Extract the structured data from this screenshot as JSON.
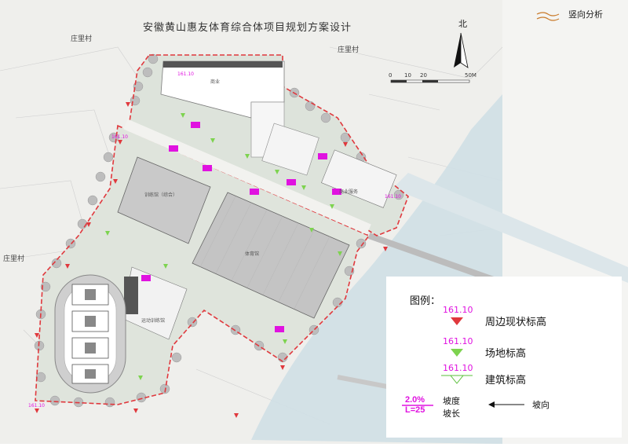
{
  "title": "安徽黄山惠友体育综合体项目规划方案设计",
  "section_tag": "竖向分析",
  "north_label": "北",
  "scale_bar": {
    "ticks": [
      "0",
      "10",
      "20",
      "50M"
    ]
  },
  "villages": [
    "庄里村",
    "庄里村",
    "庄里村"
  ],
  "buildings": {
    "gym": "体育馆",
    "training": "训练馆（综合）",
    "service": "商业服务",
    "shop": "商业",
    "training2": "运动训练馆"
  },
  "plan_elev_sample": "161.10",
  "legend": {
    "heading": "图例：",
    "items": [
      {
        "num": "161.10",
        "label": "周边现状标高",
        "marker_color": "#e0383d"
      },
      {
        "num": "161.10",
        "label": "场地标高",
        "marker_color": "#7dd34f"
      },
      {
        "num": "161.10",
        "label": "建筑标高",
        "marker_color": "#5abf3a"
      }
    ],
    "slope": {
      "grade": "2.0%",
      "length": "L=25",
      "grade_label": "坡度",
      "length_label": "坡长",
      "direction_label": "坡向"
    }
  },
  "colors": {
    "boundary": "#e0383d",
    "magenta": "#e012e0",
    "green": "#7dd34f",
    "water": "#cfdfe6"
  }
}
